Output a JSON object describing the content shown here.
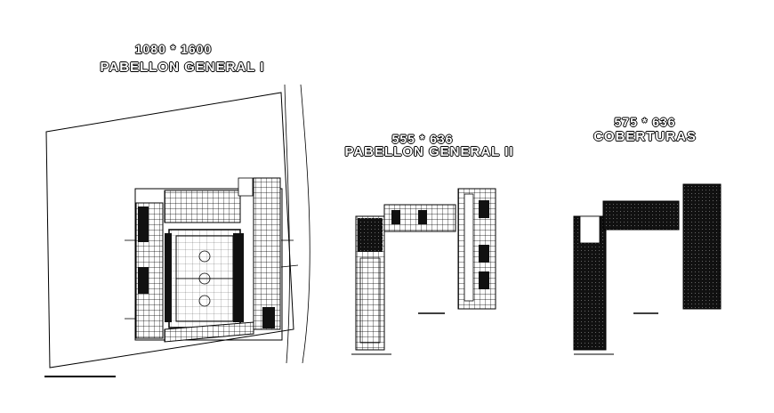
{
  "drawings": [
    {
      "size": "1080 * 1600",
      "name": "PABELLON GENERAL I"
    },
    {
      "size": "555 * 636",
      "name": "PABELLON GENERAL II"
    },
    {
      "size": "575 * 636",
      "name": "COBERTURAS"
    }
  ],
  "colors": {
    "line": "#000000",
    "fill": "#111111",
    "background": "#ffffff"
  }
}
